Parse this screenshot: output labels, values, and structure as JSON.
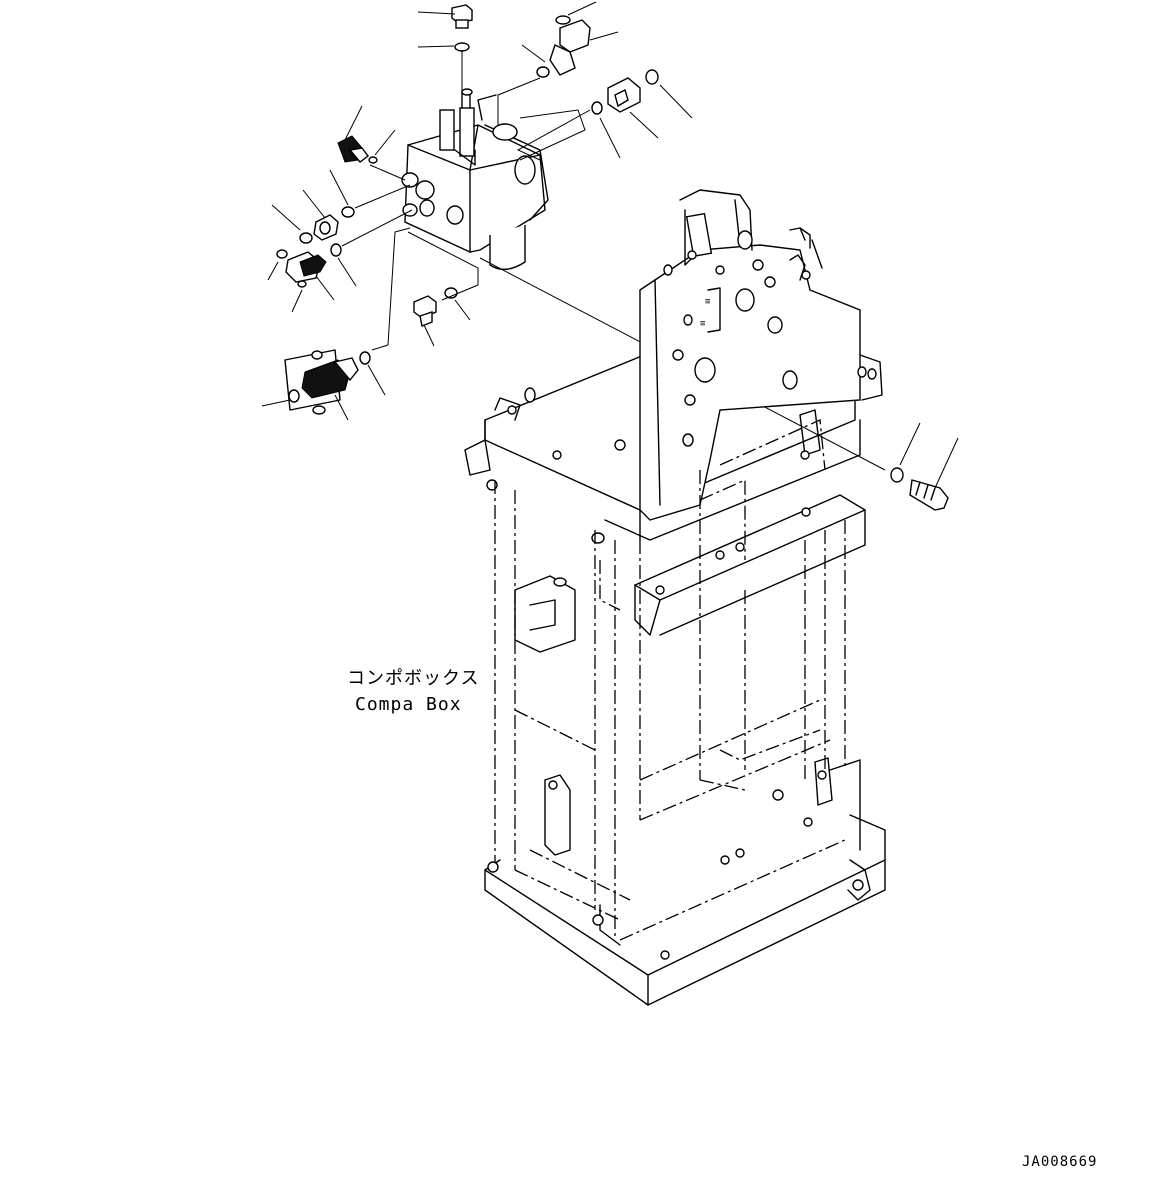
{
  "diagram": {
    "labels": {
      "compa_box_jp": "コンポボックス",
      "compa_box_en": "Compa Box"
    },
    "drawing_id": "JA008669"
  }
}
